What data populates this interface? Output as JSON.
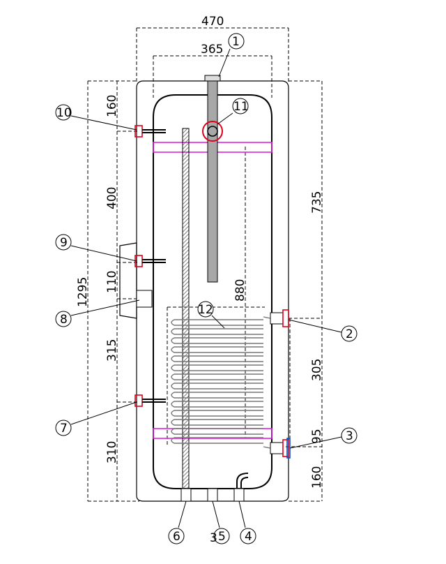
{
  "dimensions": {
    "top_width": "470",
    "inner_width": "365",
    "left_160": "160",
    "left_400": "400",
    "left_110": "110",
    "left_1295": "1295",
    "left_315": "315",
    "left_310": "310",
    "right_735": "735",
    "center_880": "880",
    "right_305": "305",
    "right_95": "95",
    "right_160": "160"
  },
  "callouts": [
    "1",
    "2",
    "3",
    "4",
    "5",
    "6",
    "7",
    "8",
    "9",
    "10",
    "11",
    "12"
  ],
  "stray_mark": "3",
  "colors": {
    "line": "#000000",
    "flange_red": "#e0001a",
    "band_magenta": "#e020e0",
    "fitting_blue": "#0050d0",
    "rod_gray": "#a8a8a8"
  }
}
